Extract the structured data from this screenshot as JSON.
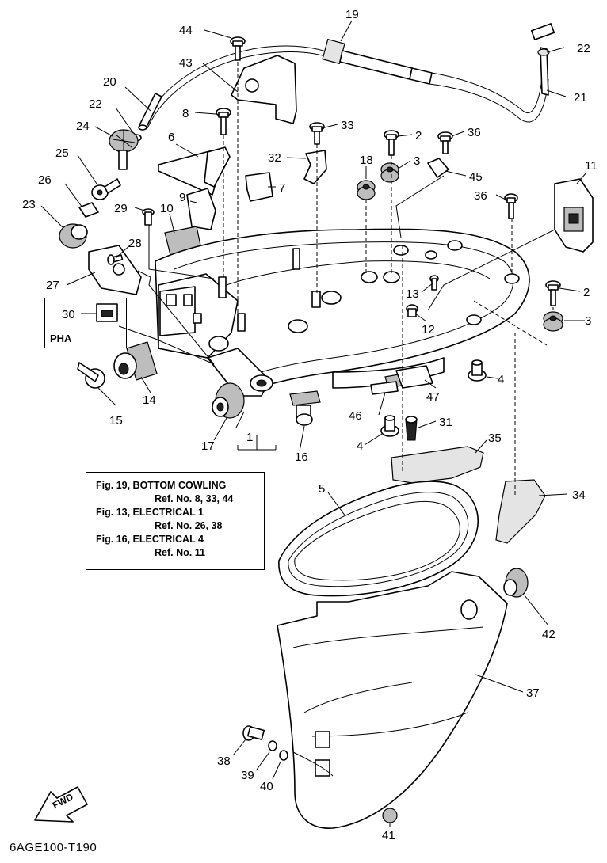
{
  "callouts": [
    {
      "id": "1",
      "text": "1"
    },
    {
      "id": "2a",
      "text": "2"
    },
    {
      "id": "2b",
      "text": "2"
    },
    {
      "id": "3a",
      "text": "3"
    },
    {
      "id": "3b",
      "text": "3"
    },
    {
      "id": "4a",
      "text": "4"
    },
    {
      "id": "4b",
      "text": "4"
    },
    {
      "id": "5",
      "text": "5"
    },
    {
      "id": "6",
      "text": "6"
    },
    {
      "id": "7",
      "text": "7"
    },
    {
      "id": "8",
      "text": "8"
    },
    {
      "id": "9",
      "text": "9"
    },
    {
      "id": "10",
      "text": "10"
    },
    {
      "id": "11",
      "text": "11"
    },
    {
      "id": "12",
      "text": "12"
    },
    {
      "id": "13",
      "text": "13"
    },
    {
      "id": "14",
      "text": "14"
    },
    {
      "id": "15",
      "text": "15"
    },
    {
      "id": "16",
      "text": "16"
    },
    {
      "id": "17",
      "text": "17"
    },
    {
      "id": "18",
      "text": "18"
    },
    {
      "id": "19",
      "text": "19"
    },
    {
      "id": "20",
      "text": "20"
    },
    {
      "id": "21",
      "text": "21"
    },
    {
      "id": "22a",
      "text": "22"
    },
    {
      "id": "22b",
      "text": "22"
    },
    {
      "id": "23",
      "text": "23"
    },
    {
      "id": "24",
      "text": "24"
    },
    {
      "id": "25",
      "text": "25"
    },
    {
      "id": "26",
      "text": "26"
    },
    {
      "id": "27",
      "text": "27"
    },
    {
      "id": "28",
      "text": "28"
    },
    {
      "id": "29",
      "text": "29"
    },
    {
      "id": "30",
      "text": "30"
    },
    {
      "id": "31",
      "text": "31"
    },
    {
      "id": "32",
      "text": "32"
    },
    {
      "id": "33",
      "text": "33"
    },
    {
      "id": "34",
      "text": "34"
    },
    {
      "id": "35",
      "text": "35"
    },
    {
      "id": "36a",
      "text": "36"
    },
    {
      "id": "36b",
      "text": "36"
    },
    {
      "id": "37",
      "text": "37"
    },
    {
      "id": "38",
      "text": "38"
    },
    {
      "id": "39",
      "text": "39"
    },
    {
      "id": "40",
      "text": "40"
    },
    {
      "id": "41",
      "text": "41"
    },
    {
      "id": "42",
      "text": "42"
    },
    {
      "id": "43",
      "text": "43"
    },
    {
      "id": "44",
      "text": "44"
    },
    {
      "id": "45",
      "text": "45"
    },
    {
      "id": "46",
      "text": "46"
    },
    {
      "id": "47",
      "text": "47"
    }
  ],
  "reference_box": {
    "lines": [
      {
        "title": "Fig. 19, BOTTOM COWLING",
        "sub": "Ref. No. 8, 33, 44"
      },
      {
        "title": "Fig. 13, ELECTRICAL 1",
        "sub": "Ref. No. 26, 38"
      },
      {
        "title": "Fig. 16, ELECTRICAL 4",
        "sub": "Ref. No. 11"
      }
    ]
  },
  "variant_label": "PHA",
  "fwd_label": "FWD",
  "drawing_code": "6AGE100-T190"
}
